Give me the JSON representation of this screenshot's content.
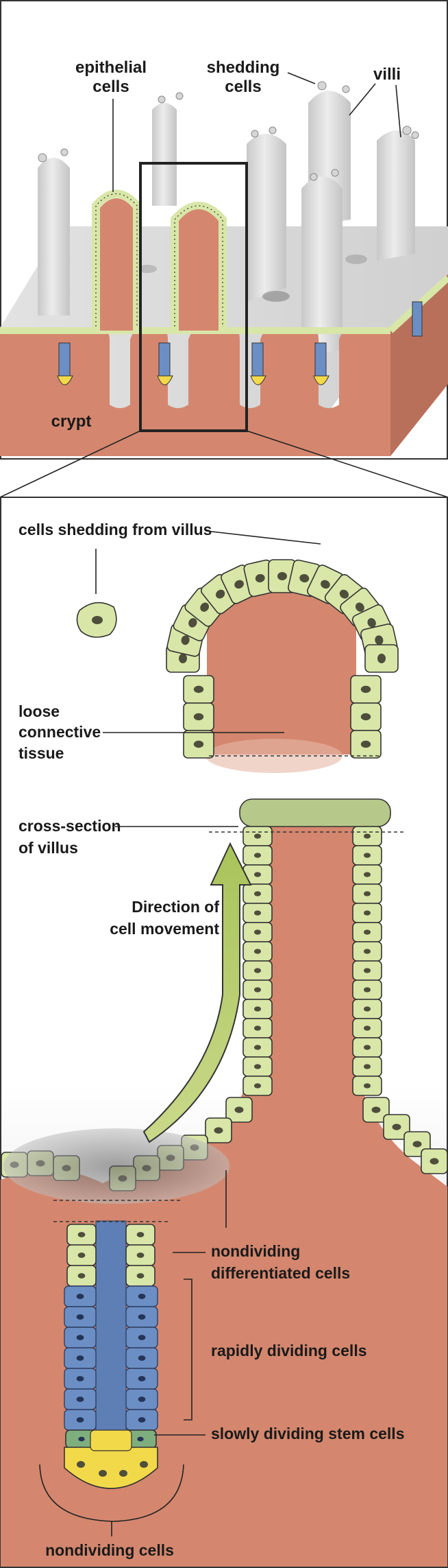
{
  "top_panel": {
    "labels": {
      "epithelial_cells": [
        "epithelial",
        "cells"
      ],
      "shedding_cells": [
        "shedding",
        "cells"
      ],
      "villi": "villi",
      "crypt": "crypt"
    }
  },
  "bottom_panel": {
    "labels": {
      "cells_shedding": "cells shedding from villus",
      "loose_connective_tissue": [
        "loose",
        "connective",
        "tissue"
      ],
      "cross_section": [
        "cross-section",
        "of villus"
      ],
      "direction": [
        "Direction of",
        "cell movement"
      ],
      "nondividing_differentiated": [
        "nondividing",
        "differentiated cells"
      ],
      "rapidly_dividing": "rapidly dividing cells",
      "slowly_dividing": "slowly dividing stem cells",
      "nondividing_cells": "nondividing cells"
    }
  },
  "colors": {
    "tissue": "#d4876e",
    "epithelium": "#d8e6a8",
    "dividing": "#6b8fc4",
    "stem": "#7fae7e",
    "paneth": "#f2d94a",
    "villus_gray": "#d7d7d7"
  }
}
